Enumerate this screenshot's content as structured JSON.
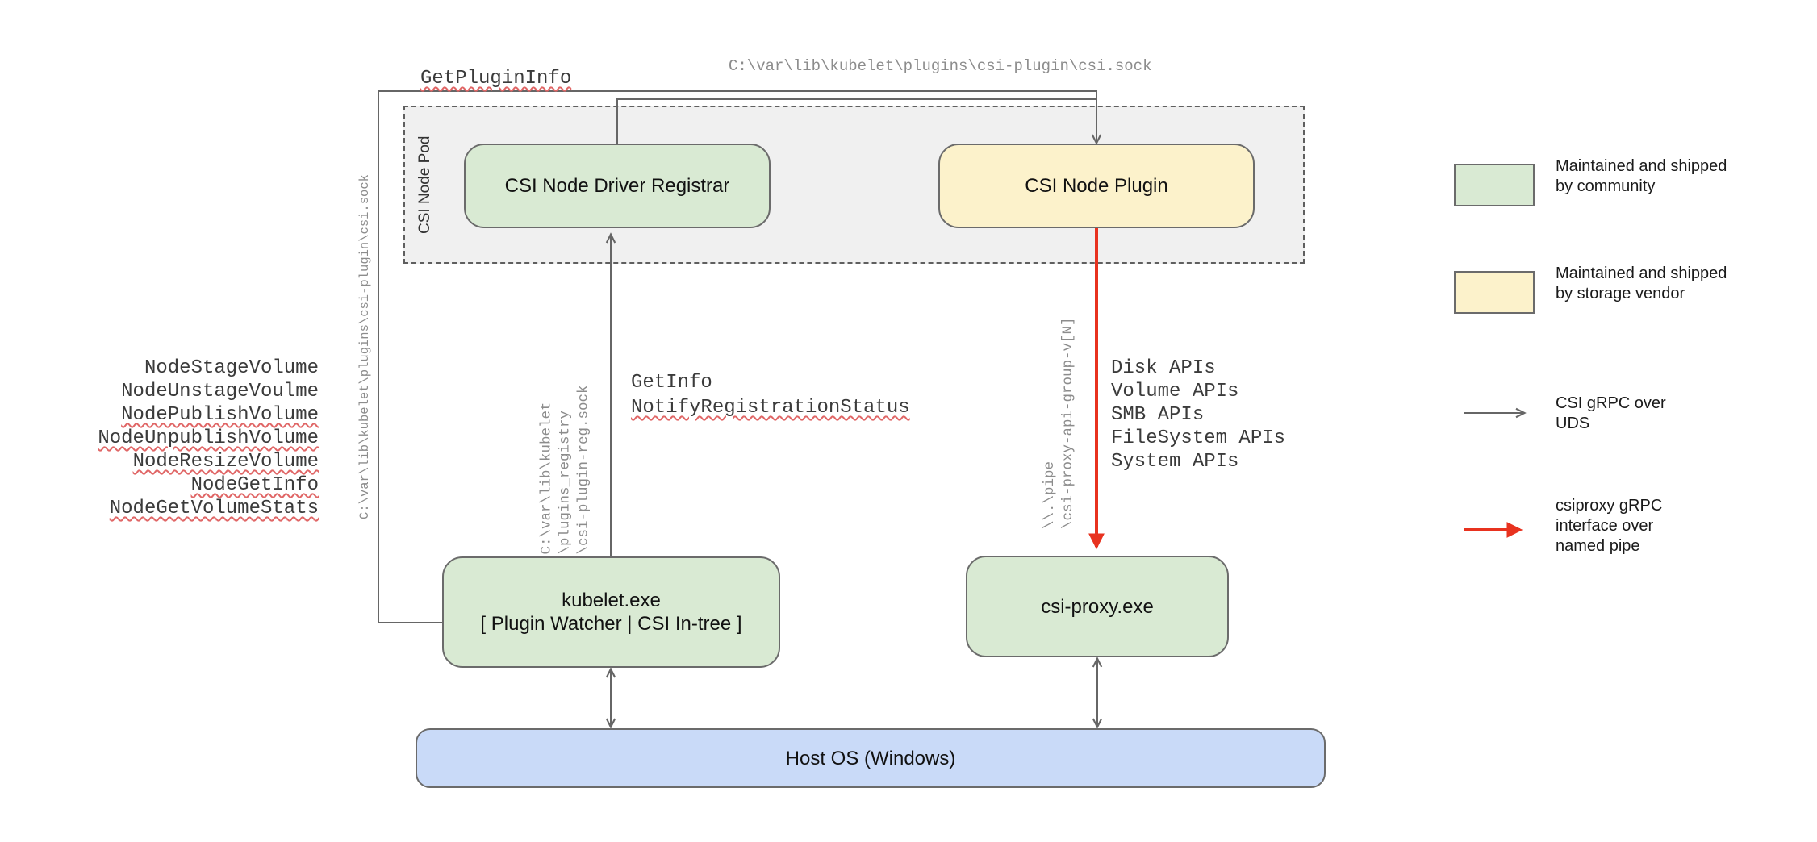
{
  "pod": {
    "label": "CSI Node Pod"
  },
  "boxes": {
    "registrar": "CSI Node Driver Registrar",
    "plugin": "CSI Node Plugin",
    "kubelet_line1": "kubelet.exe",
    "kubelet_line2": "[ Plugin Watcher | CSI In-tree ]",
    "csiproxy": "csi-proxy.exe",
    "hostos": "Host OS (Windows)"
  },
  "annotations": {
    "get_plugin_info": "GetPluginInfo",
    "csi_sock_top": "C:\\var\\lib\\kubelet\\plugins\\csi-plugin\\csi.sock",
    "csi_sock_left": "C:\\var\\lib\\kubelet\\plugins\\csi-plugin\\csi.sock",
    "node_rpcs": [
      "NodeStageVolume",
      "NodeUnstageVoulme",
      "NodePublishVolume",
      "NodeUnpublishVolume",
      "NodeResizeVolume",
      "NodeGetInfo",
      "NodeGetVolumeStats"
    ],
    "reg_sock": [
      "C:\\var\\lib\\kubelet",
      "\\plugins_registry",
      "\\csi-plugin-reg.sock"
    ],
    "get_info": "GetInfo",
    "notify_registration_status": "NotifyRegistrationStatus",
    "named_pipe": [
      "\\\\.\\pipe",
      "\\csi-proxy-api-group-v[N]"
    ],
    "proxy_apis": [
      "Disk APIs",
      "Volume APIs",
      "SMB APIs",
      "FileSystem APIs",
      "System APIs"
    ]
  },
  "legend": {
    "community_line1": "Maintained and shipped",
    "community_line2": "by community",
    "vendor_line1": "Maintained and shipped",
    "vendor_line2": "by storage vendor",
    "uds_line1": "CSI gRPC over",
    "uds_line2": "UDS",
    "pipe_line1": "csiproxy gRPC",
    "pipe_line2": "interface over",
    "pipe_line3": "named pipe"
  },
  "colors": {
    "community_green": "#d9ead3",
    "vendor_yellow": "#fcf2cb",
    "host_blue": "#c9daf8",
    "pod_gray": "#f0f0f0",
    "line_gray": "#666666",
    "pipe_red": "#e8321f"
  }
}
